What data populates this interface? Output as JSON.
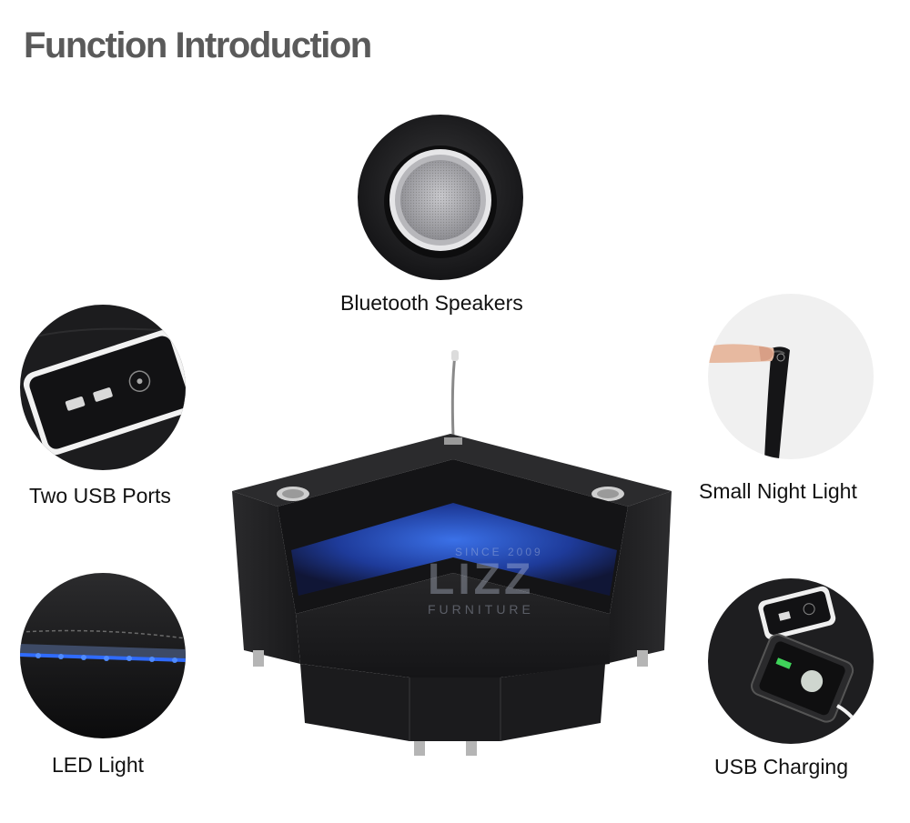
{
  "page": {
    "title": "Function Introduction"
  },
  "features": {
    "bluetooth": "Bluetooth Speakers",
    "usb_ports": "Two USB Ports",
    "night_light": "Small Night Light",
    "led": "LED Light",
    "usb_charging": "USB Charging"
  },
  "watermark": {
    "since": "SINCE 2009",
    "brand": "LIZZ",
    "sub": "FURNITURE"
  },
  "colors": {
    "title": "#5a5a5a",
    "led_blue": "#2f6bff",
    "leather": "#1f1f21"
  }
}
